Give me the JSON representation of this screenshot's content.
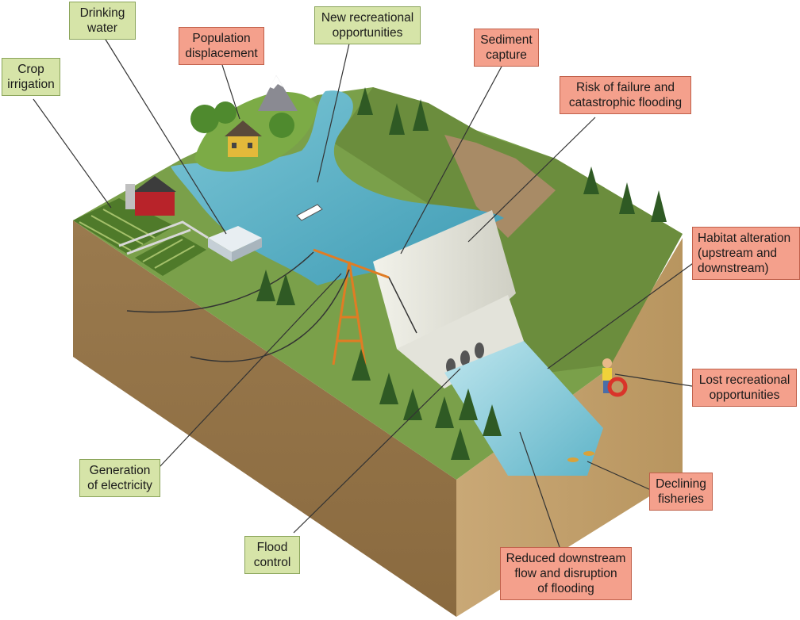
{
  "diagram": {
    "benefit_color": "#d6e4a8",
    "cost_color": "#f4a08c",
    "labels": {
      "crop_irrigation": [
        "Crop",
        "irrigation"
      ],
      "drinking_water": [
        "Drinking",
        "water"
      ],
      "population_displacement": [
        "Population",
        "displacement"
      ],
      "new_recreational_opportunities": [
        "New recreational",
        "opportunities"
      ],
      "sediment_capture": [
        "Sediment",
        "capture"
      ],
      "risk_of_failure": [
        "Risk of failure and",
        "catastrophic flooding"
      ],
      "habitat_alteration": [
        "Habitat alteration",
        "(upstream and",
        "downstream)"
      ],
      "lost_recreational_opportunities": [
        "Lost recreational",
        "opportunities"
      ],
      "declining_fisheries": [
        "Declining",
        "fisheries"
      ],
      "reduced_downstream_flow": [
        "Reduced downstream",
        "flow and disruption",
        "of flooding"
      ],
      "flood_control": [
        "Flood",
        "control"
      ],
      "generation_of_electricity": [
        "Generation",
        "of electricity"
      ]
    }
  }
}
